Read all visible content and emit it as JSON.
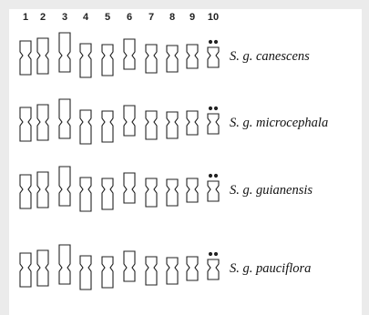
{
  "chromosome_numbers": [
    "1",
    "2",
    "3",
    "4",
    "5",
    "6",
    "7",
    "8",
    "9",
    "10"
  ],
  "karyotypes": [
    {
      "species": "S. g. canescens"
    },
    {
      "species": "S. g. microcephala"
    },
    {
      "species": "S. g. guianensis"
    },
    {
      "species": "S. g. pauciflora"
    }
  ]
}
